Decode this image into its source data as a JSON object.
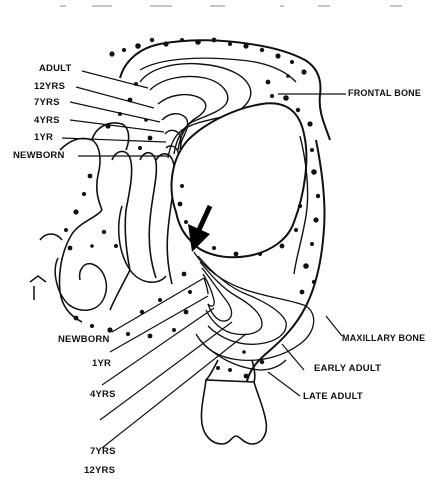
{
  "labels": {
    "top_left": {
      "adult": "ADULT",
      "yrs12": "12YRS",
      "yrs7": "7YRS",
      "yrs4": "4YRS",
      "yr1": "1YR",
      "newborn": "NEWBORN"
    },
    "frontal_bone": "FRONTAL BONE",
    "maxillary_bone": "MAXILLARY BONE",
    "early_adult": "EARLY ADULT",
    "late_adult": "LATE ADULT",
    "bottom_left": {
      "newborn": "NEWBORN",
      "yr1": "1YR",
      "yrs4": "4YRS",
      "yrs7": "7YRS",
      "yrs12": "12YRS"
    }
  }
}
